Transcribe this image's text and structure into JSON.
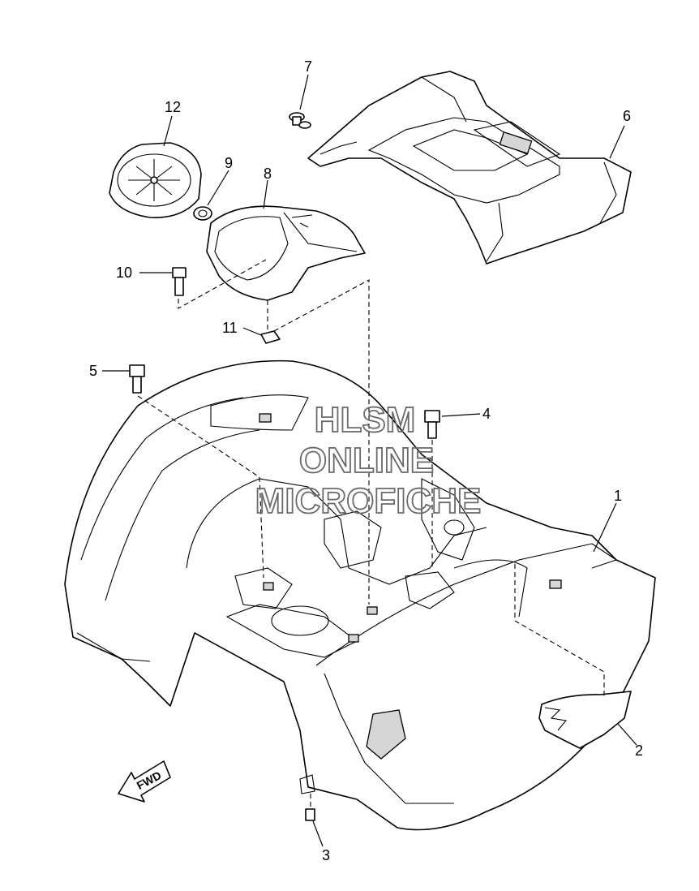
{
  "diagram": {
    "callouts": [
      {
        "id": "1",
        "text": "1"
      },
      {
        "id": "2",
        "text": "2"
      },
      {
        "id": "3",
        "text": "3"
      },
      {
        "id": "4",
        "text": "4"
      },
      {
        "id": "5",
        "text": "5"
      },
      {
        "id": "6",
        "text": "6"
      },
      {
        "id": "7",
        "text": "7"
      },
      {
        "id": "8",
        "text": "8"
      },
      {
        "id": "9",
        "text": "9"
      },
      {
        "id": "10",
        "text": "10"
      },
      {
        "id": "11",
        "text": "11"
      },
      {
        "id": "12",
        "text": "12"
      }
    ],
    "direction_label": "FWD",
    "watermark": [
      "HLSM",
      "ONLINE",
      "MICROFICHE"
    ]
  }
}
